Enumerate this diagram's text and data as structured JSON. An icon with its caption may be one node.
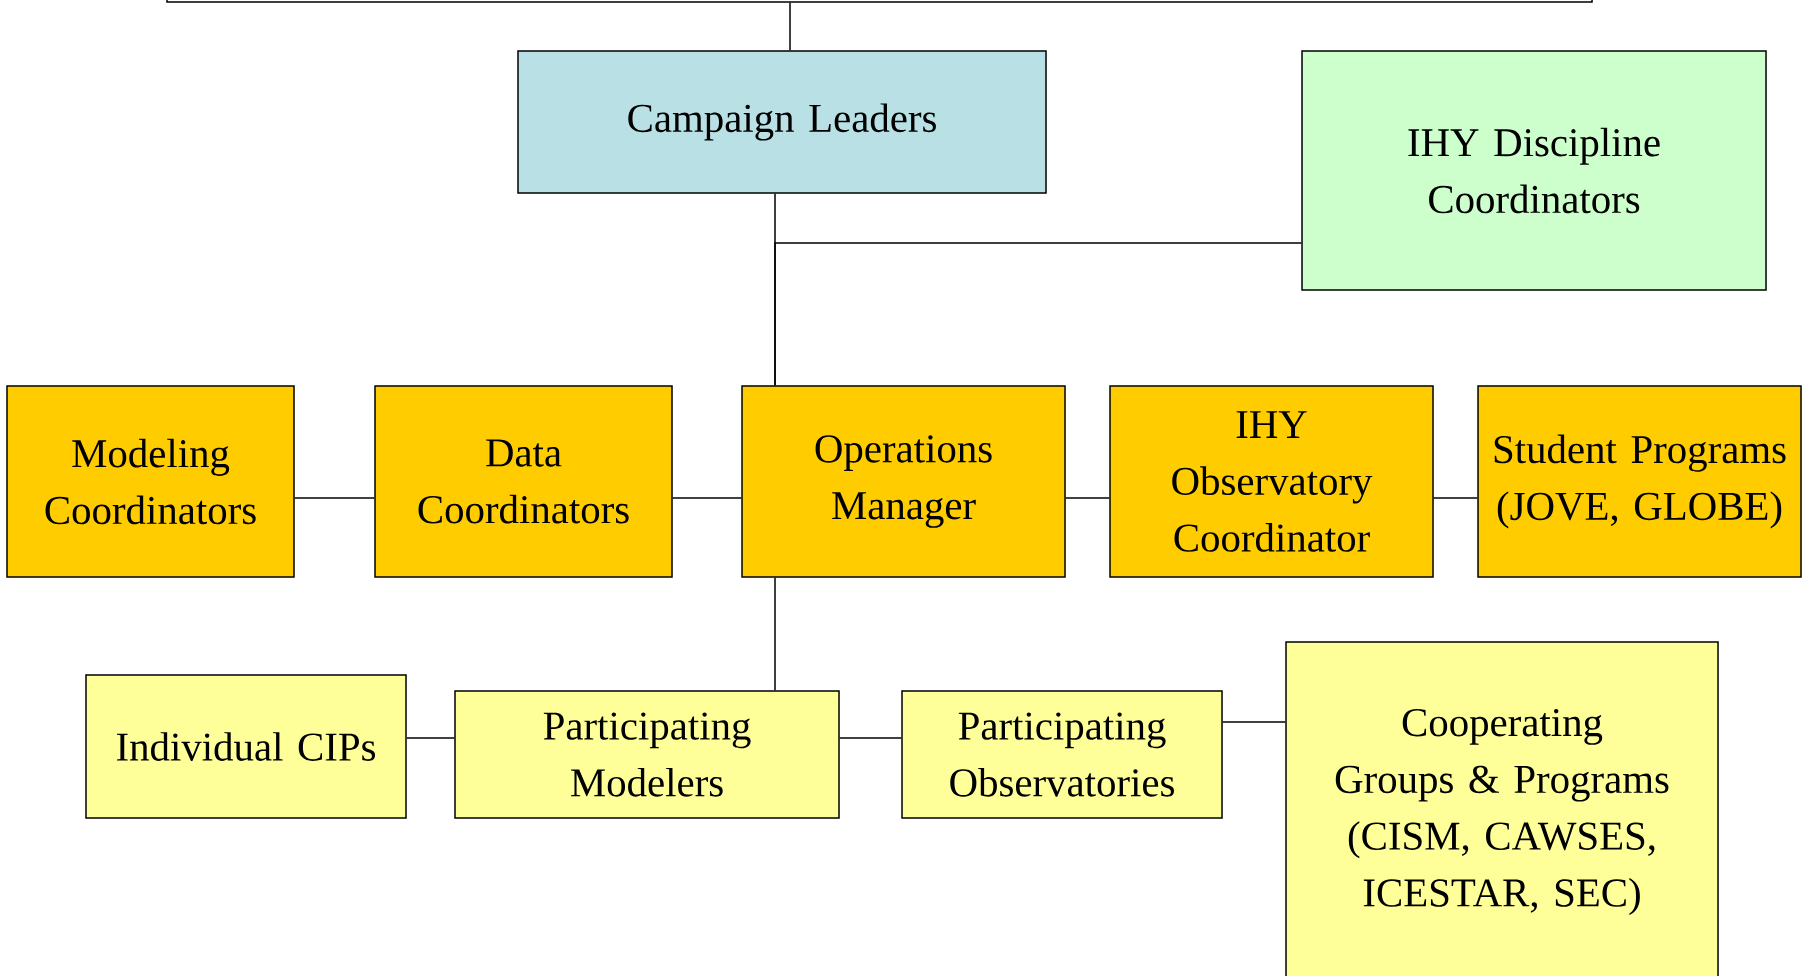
{
  "diagram": {
    "nodes": [
      {
        "text": [],
        "shape": "box"
      },
      {
        "text": [
          "Campaign Leaders"
        ]
      },
      {
        "text": [
          "IHY Discipline Coordinators"
        ]
      },
      {
        "text": [
          "Modeling Coordinators"
        ]
      },
      {
        "text": [
          "Data Coordinators"
        ]
      },
      {
        "text": [
          "Operations Manager"
        ]
      },
      {
        "text": [
          "IHY Observatory Coordinator"
        ]
      },
      {
        "text": [
          "Student Programs (JOVE, GLOBE)"
        ]
      },
      {
        "text": [
          "Individual CIPs"
        ]
      },
      {
        "text": [
          "Participating Modelers"
        ]
      },
      {
        "text": [
          "Participating Observatories"
        ]
      },
      {
        "text": [
          "Cooperating Groups & Programs (CISM, CAWSES, ICESTAR, SEC)"
        ]
      }
    ],
    "edges": [
      {
        "from": 0,
        "to": 1,
        "arrow": "none"
      },
      {
        "from": 1,
        "to": 5,
        "arrow": "none"
      },
      {
        "from": 2,
        "to": 5,
        "arrow": "none"
      },
      {
        "from": 3,
        "to": 4,
        "arrow": "none"
      },
      {
        "from": 4,
        "to": 5,
        "arrow": "none"
      },
      {
        "from": 5,
        "to": 6,
        "arrow": "none"
      },
      {
        "from": 6,
        "to": 7,
        "arrow": "none"
      },
      {
        "from": 5,
        "to": 9,
        "arrow": "none"
      },
      {
        "from": 8,
        "to": 9,
        "arrow": "none"
      },
      {
        "from": 9,
        "to": 10,
        "arrow": "none"
      },
      {
        "from": 10,
        "to": 11,
        "arrow": "none"
      }
    ]
  }
}
